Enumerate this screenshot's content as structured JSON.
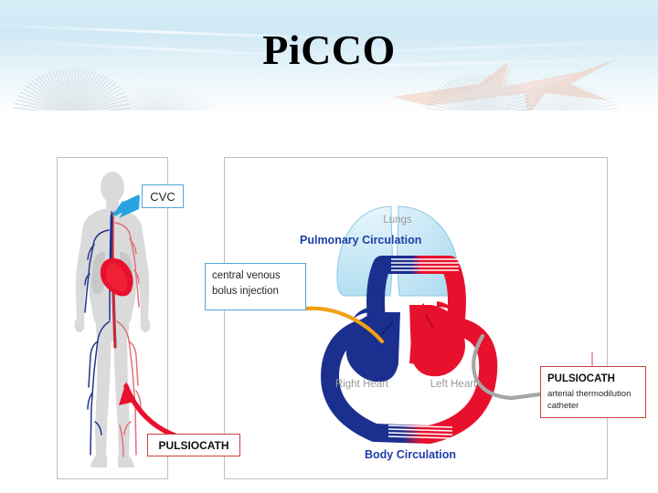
{
  "slide": {
    "title": "PiCCO",
    "background": "#ffffff",
    "banner_colors": {
      "sky_top": "#d7edf6",
      "sky_mid": "#dff0f8",
      "sky_bottom": "#ffffff",
      "starfish": "#f3c3ae"
    }
  },
  "panels": {
    "left": {
      "name": "patient-anatomy-panel",
      "border_color": "#bfbfbf"
    },
    "right": {
      "name": "circulation-schematic-panel",
      "border_color": "#bfbfbf"
    }
  },
  "callouts": {
    "cvc": {
      "label": "CVC",
      "border_color": "#4fa8d8",
      "arrow_color": "#29a3e0"
    },
    "central_venous": {
      "line1": "central venous",
      "line2": "bolus injection",
      "border_color": "#4fa8d8",
      "connector_color": "#f0a012"
    },
    "pulsiocath_left": {
      "label": "PULSIOCATH",
      "border_color": "#c9413c",
      "arrow_color": "#e8112d"
    },
    "pulsiocath_right": {
      "title": "PULSIOCATH",
      "line1": "arterial thermodilution",
      "line2": "catheter",
      "border_color": "#c9413c",
      "connector_color": "#a6a6a6"
    }
  },
  "diagram": {
    "labels": {
      "lungs": "Lungs",
      "pulmonary_circulation": "Pulmonary Circulation",
      "body_circulation": "Body Circulation",
      "right_heart": "Right Heart",
      "left_heart": "Left Heart"
    },
    "colors": {
      "venous_blue": "#1b2f8f",
      "arterial_red": "#e8112d",
      "lung_fill": "#bfe3f4",
      "lung_stroke": "#8fcfe8",
      "label_blue": "#1f3fa8",
      "label_grey": "#9a9a9a",
      "catheter_orange": "#f0a012",
      "catheter_grey": "#a6a6a6",
      "thermo_sensor_stripes": "#ffffff"
    }
  },
  "body_figure": {
    "silhouette_color": "#d9d9d9",
    "organ_grey": "#bfbfbf",
    "vein_color": "#23348c",
    "artery_color": "#e36a73",
    "heart_color": "#e8112d",
    "aorta_color": "#cc2034"
  }
}
